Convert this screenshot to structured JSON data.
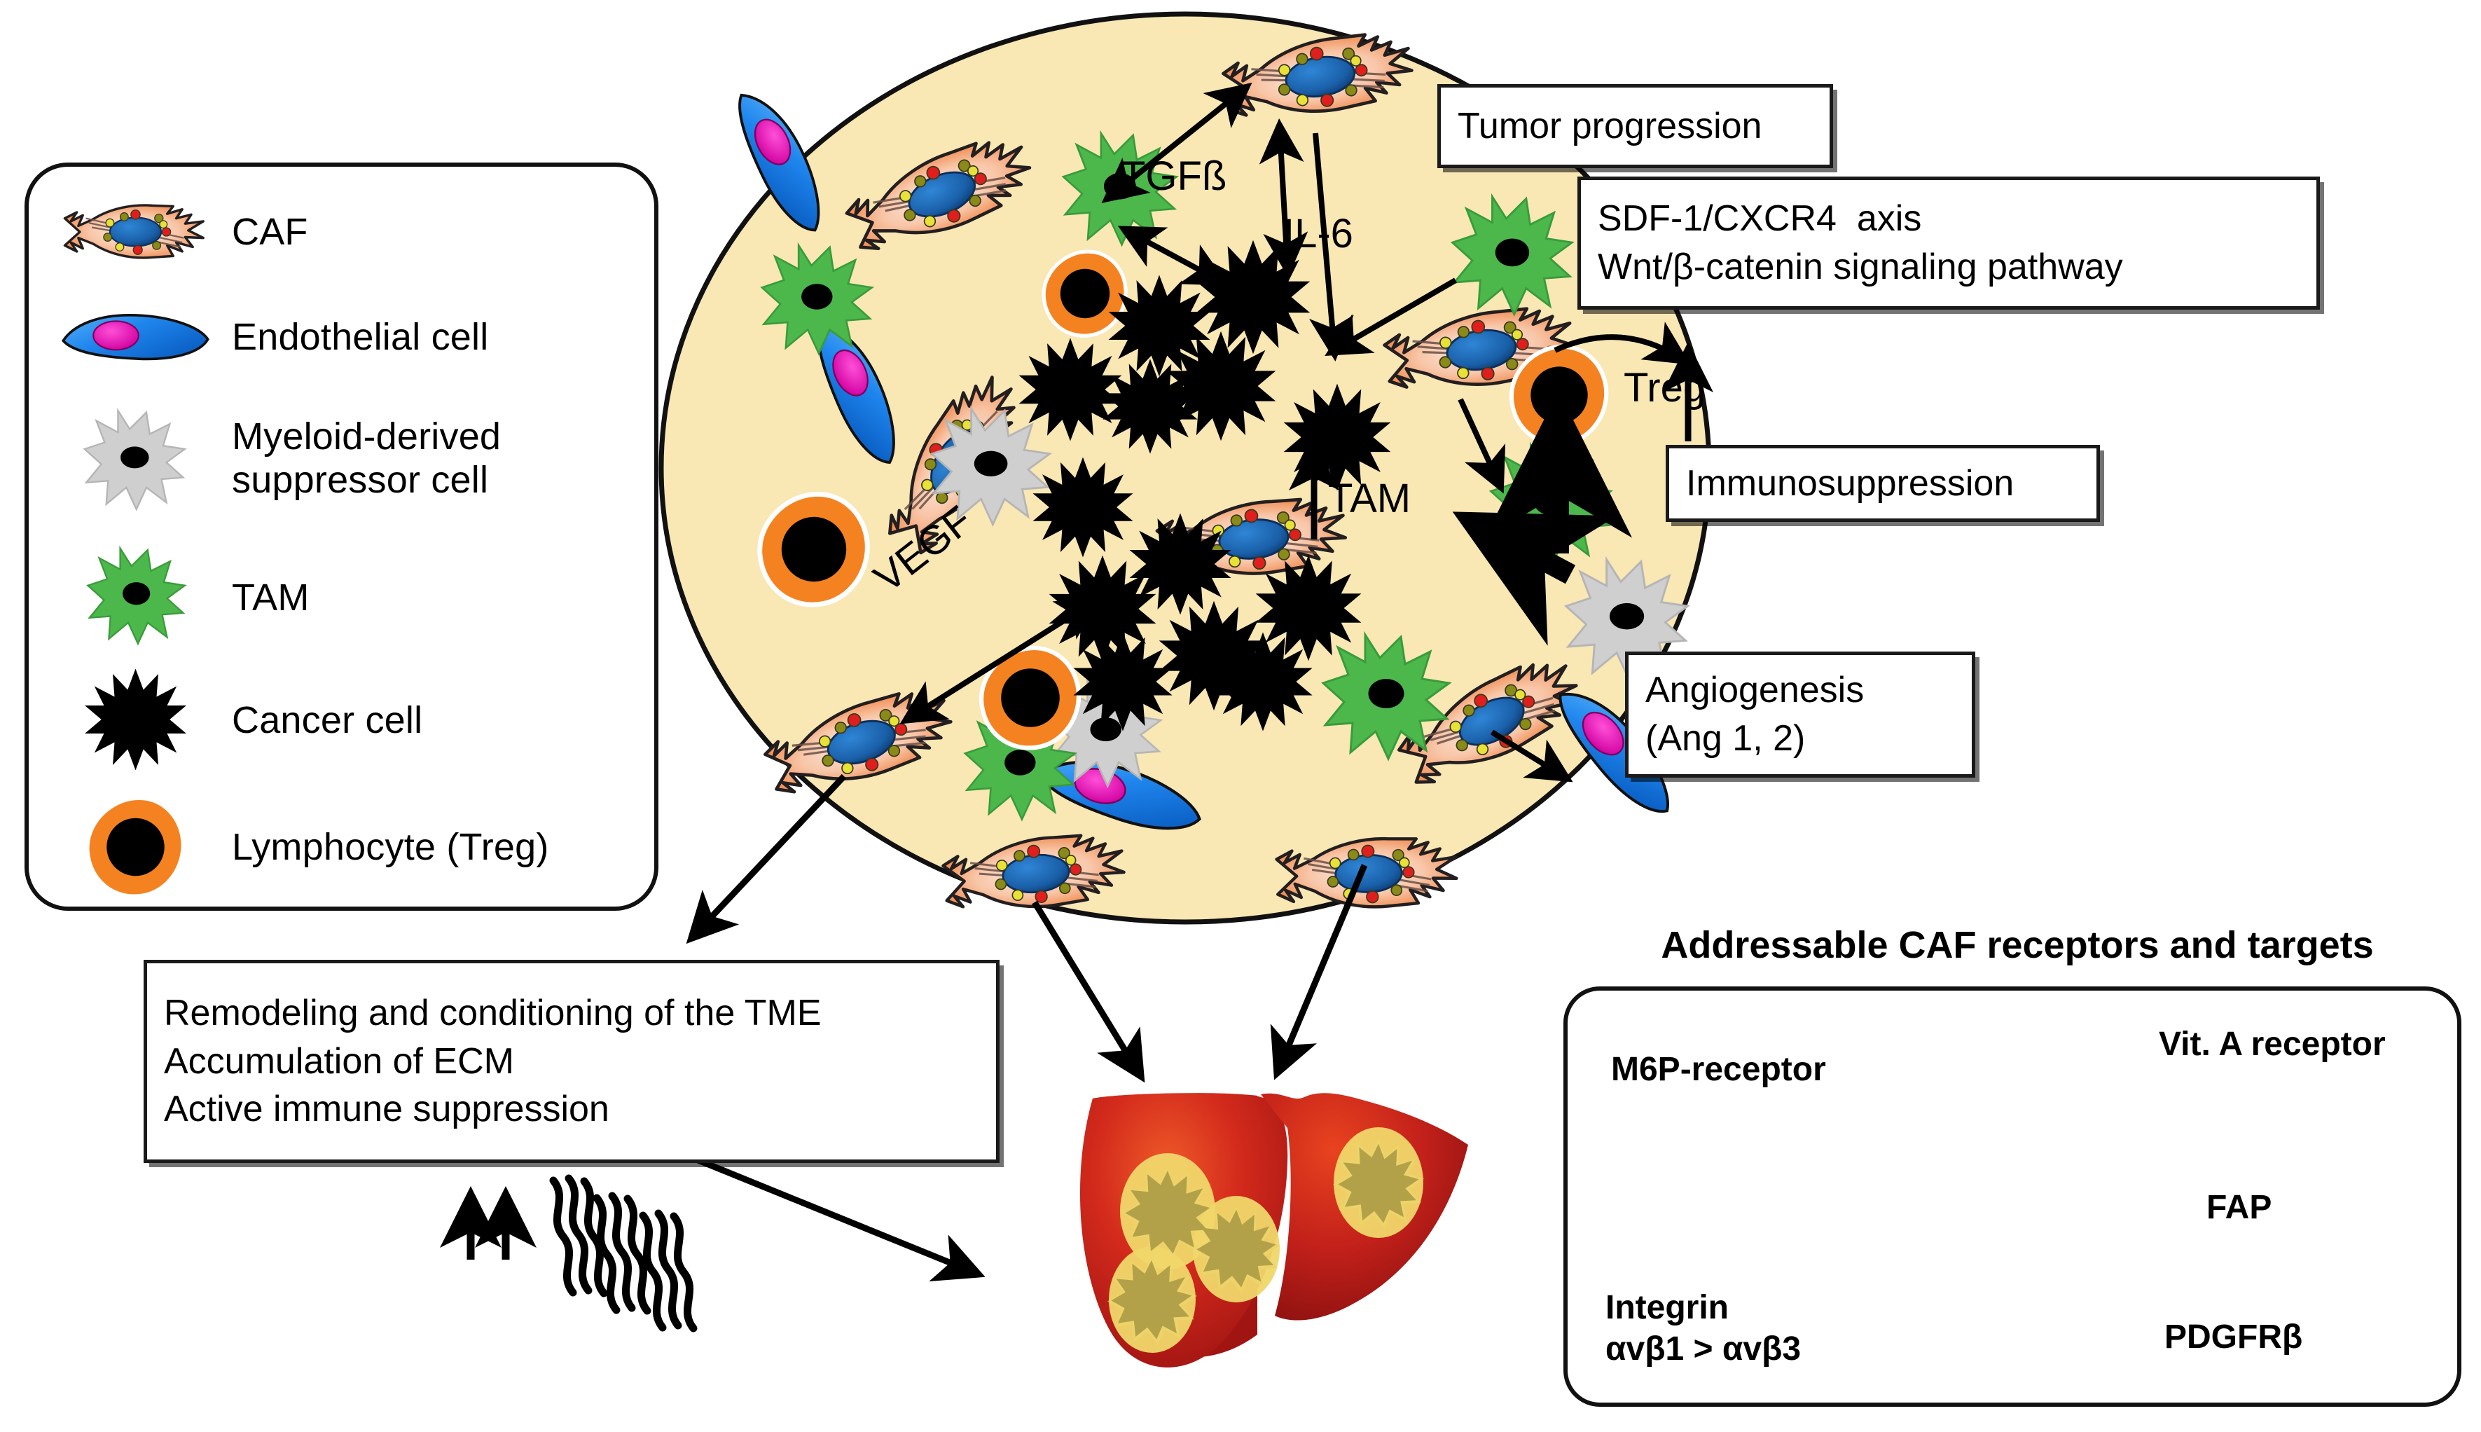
{
  "legend": {
    "items": [
      {
        "icon": "caf-cell-icon",
        "label": "CAF"
      },
      {
        "icon": "endothelial-cell-icon",
        "label": "Endothelial cell"
      },
      {
        "icon": "mdsc-cell-icon",
        "label": "Myeloid-derived\nsuppressor cell"
      },
      {
        "icon": "tam-cell-icon",
        "label": "TAM"
      },
      {
        "icon": "cancer-cell-icon",
        "label": "Cancer cell"
      },
      {
        "icon": "lymphocyte-cell-icon",
        "label": "Lymphocyte (Treg)"
      }
    ]
  },
  "tme": {
    "cytokines": [
      {
        "name": "tgfb",
        "label": "TGFß"
      },
      {
        "name": "il6",
        "label": "IL-6"
      },
      {
        "name": "vegf",
        "label": "VEGF"
      },
      {
        "name": "tam-up",
        "label": "TAM"
      },
      {
        "name": "treg-up",
        "label": "Treg"
      }
    ]
  },
  "callouts": {
    "tumor_progression": {
      "lines": [
        "Tumor progression"
      ]
    },
    "pathways": {
      "lines": [
        "SDF-1/CXCR4  axis",
        "Wnt/β-catenin signaling pathway"
      ]
    },
    "immunosuppression": {
      "lines": [
        "Immunosuppression"
      ]
    },
    "angiogenesis": {
      "lines": [
        "Angiogenesis",
        "(Ang 1, 2)"
      ]
    },
    "tme_effects": {
      "lines": [
        "Remodeling and conditioning of the TME",
        "Accumulation of ECM",
        "Active immune suppression"
      ]
    }
  },
  "addressable": {
    "title": "Addressable CAF receptors and targets",
    "labels": [
      {
        "name": "m6p-receptor",
        "text": "M6P-receptor"
      },
      {
        "name": "vit-a-receptor",
        "text": "Vit. A receptor"
      },
      {
        "name": "fap",
        "text": "FAP"
      },
      {
        "name": "pdgfrb",
        "text": "PDGFRβ"
      },
      {
        "name": "integrin",
        "text": "Integrin\nαvβ1 > αvβ3"
      }
    ]
  },
  "colors": {
    "tme_fill": "#f9e7b4",
    "caf_body": "#f07d3c",
    "caf_nucleus": "#1a5fa8",
    "endothelial": "#1b7ce8",
    "endothelial_nucleus": "#e312b0",
    "mdsc": "#cfcfcf",
    "tam": "#4cb84c",
    "cancer": "#000000",
    "lymphocyte": "#f58220",
    "liver": "#c8241c",
    "liver_lesion": "#f0d76a"
  }
}
